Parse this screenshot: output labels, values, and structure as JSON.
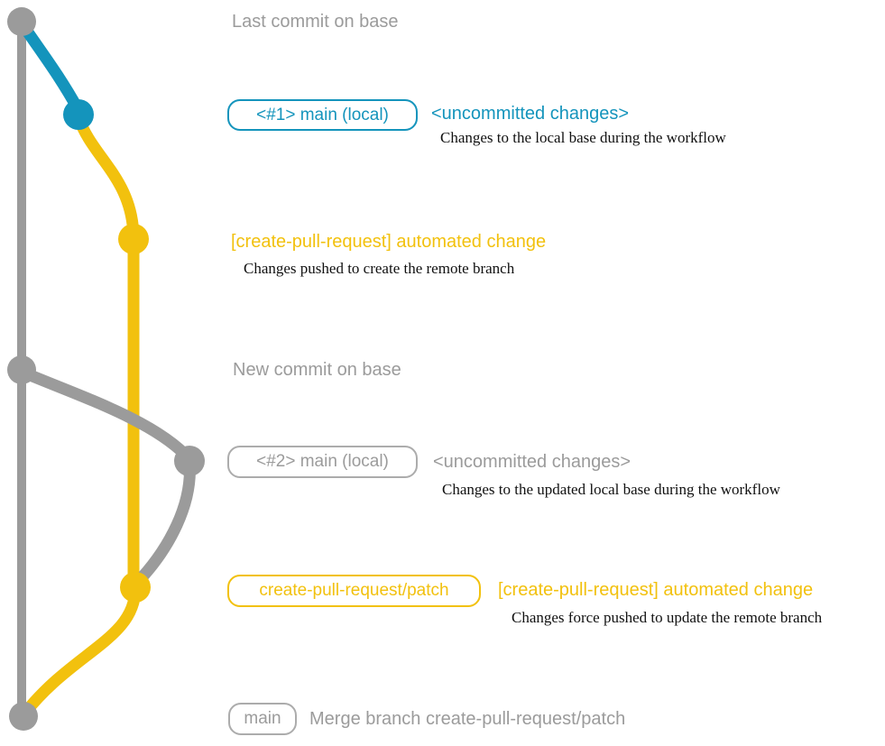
{
  "colors": {
    "teal": "#1494bc",
    "yellow": "#f2c10e",
    "gray": "#9b9b9b",
    "badge_border_gray": "#acacac",
    "caption_text": "#111111"
  },
  "graph": {
    "type": "git-branch-diagram",
    "base_branch": {
      "name": "base",
      "color": "gray"
    },
    "local_branch": {
      "name": "main (local)",
      "color": "teal"
    },
    "remote_branch": {
      "name": "create-pull-request/patch",
      "color": "yellow"
    },
    "commits": [
      {
        "name": "last-commit-on-base",
        "color": "gray"
      },
      {
        "name": "uncommitted-changes-1",
        "color": "teal"
      },
      {
        "name": "automated-change-1",
        "color": "yellow"
      },
      {
        "name": "new-commit-on-base",
        "color": "gray"
      },
      {
        "name": "uncommitted-changes-2",
        "color": "gray"
      },
      {
        "name": "automated-change-2",
        "color": "yellow"
      },
      {
        "name": "merge-commit",
        "color": "gray"
      }
    ]
  },
  "annotations": {
    "last_commit": "Last commit on base",
    "new_commit": "New commit on base"
  },
  "row_local_1": {
    "badge": "<#1> main (local)",
    "status": "<uncommitted changes>",
    "caption": "Changes to the local base during the workflow"
  },
  "row_push_1": {
    "label": "[create-pull-request] automated change",
    "caption": "Changes pushed to create the remote branch"
  },
  "row_local_2": {
    "badge": "<#2> main (local)",
    "status": "<uncommitted changes>",
    "caption": "Changes to the updated local base during the workflow"
  },
  "row_push_2": {
    "badge": "create-pull-request/patch",
    "label": "[create-pull-request] automated change",
    "caption": "Changes force pushed to update the remote branch"
  },
  "row_merge": {
    "badge": "main",
    "label": "Merge branch create-pull-request/patch"
  }
}
